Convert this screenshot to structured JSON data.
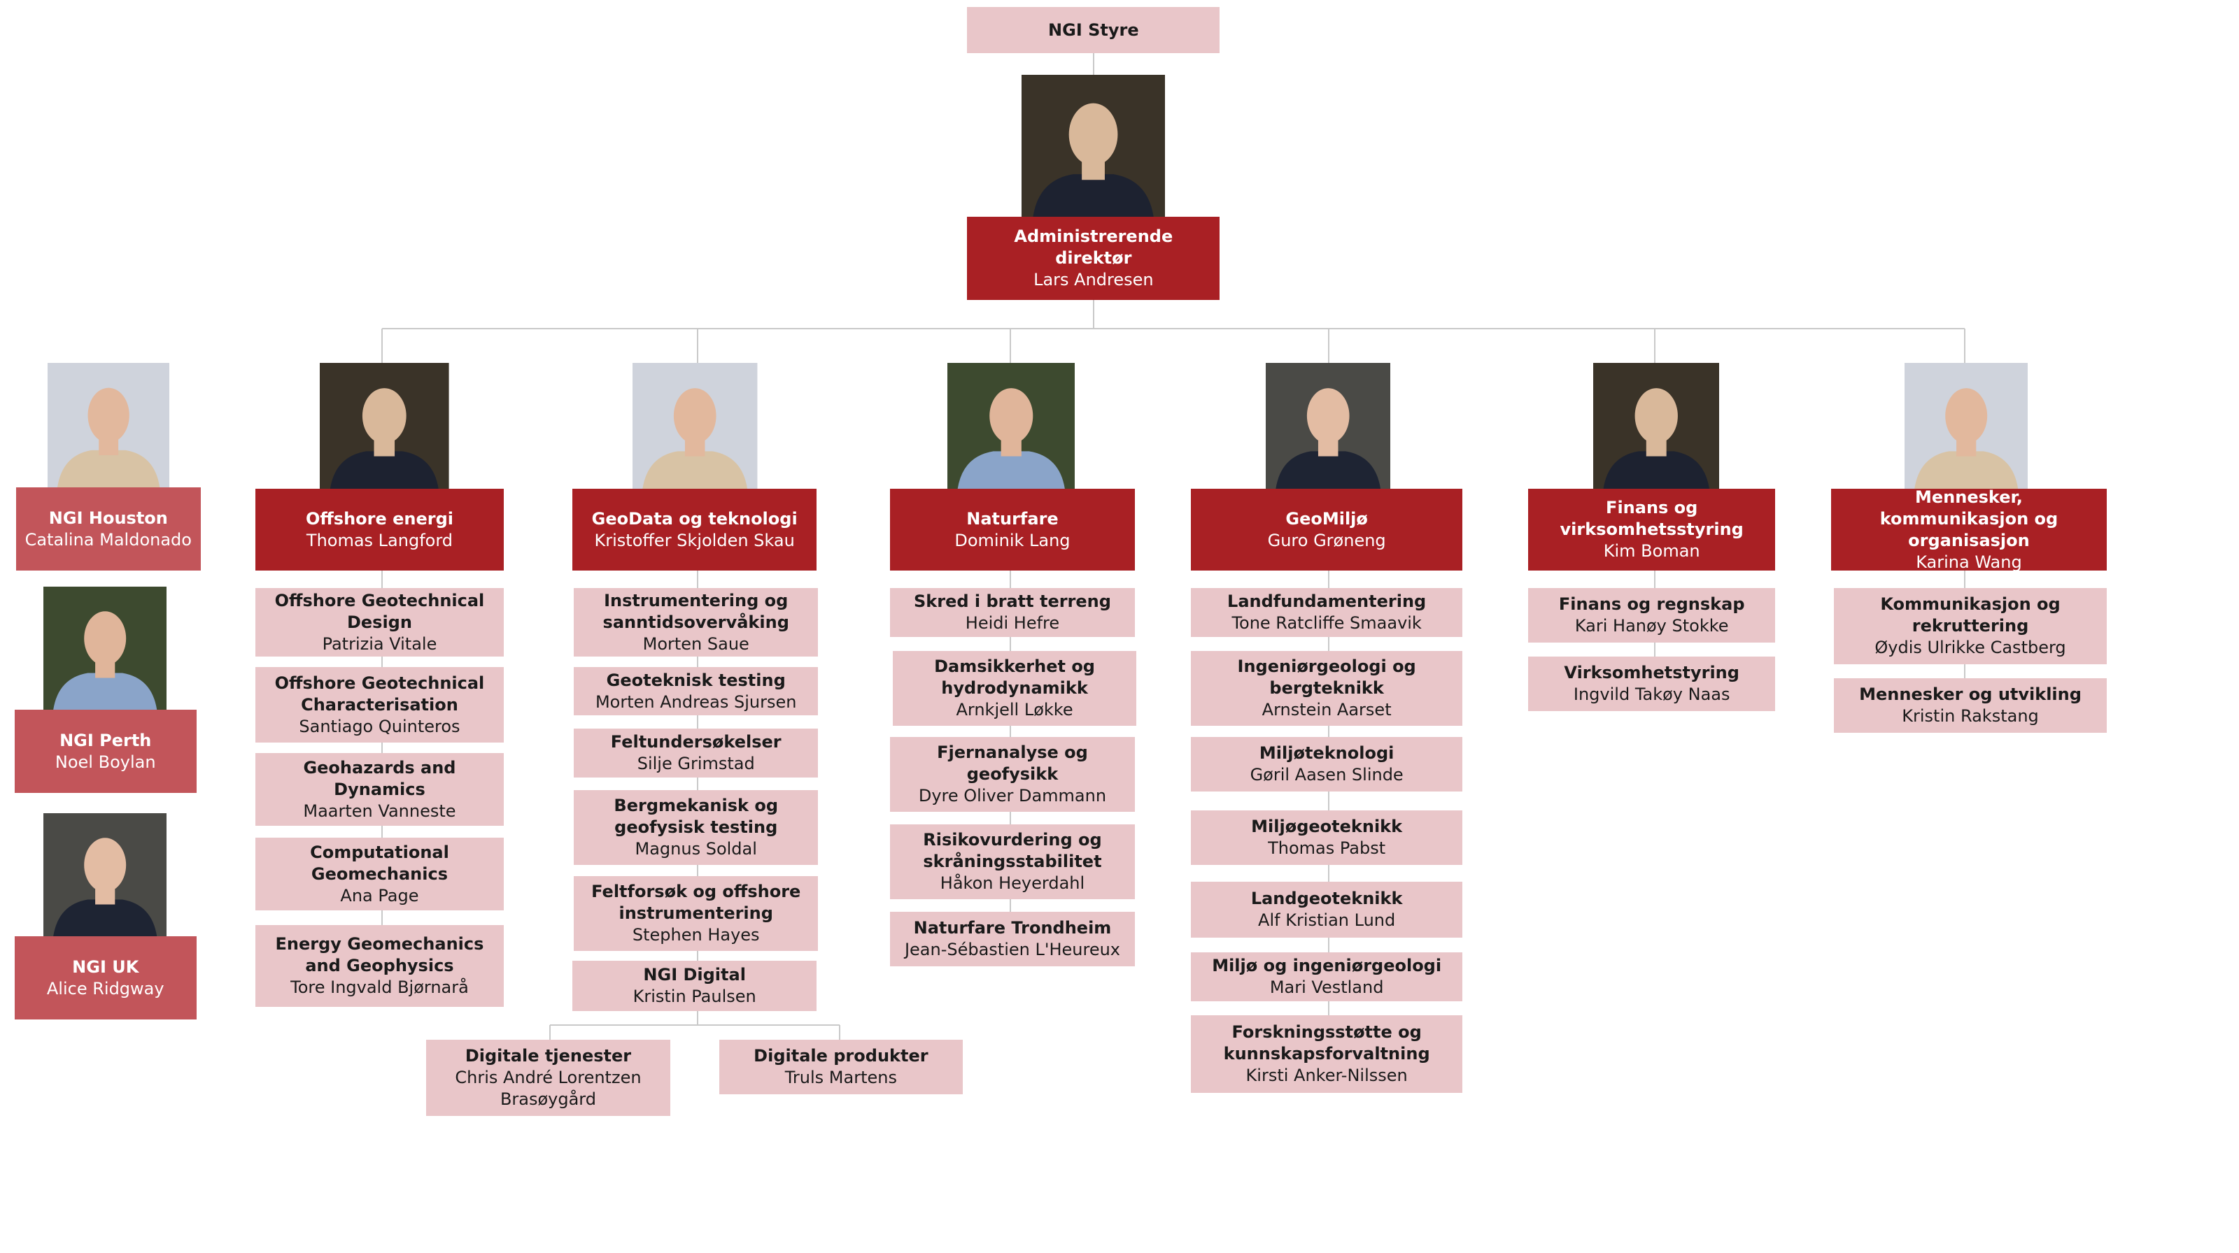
{
  "board": {
    "title": "NGI Styre"
  },
  "ceo": {
    "title": "Administrerende direktør",
    "name": "Lars Andresen"
  },
  "regions": [
    {
      "title": "NGI Houston",
      "name": "Catalina Maldonado"
    },
    {
      "title": "NGI Perth",
      "name": "Noel Boylan"
    },
    {
      "title": "NGI UK",
      "name": "Alice Ridgway"
    }
  ],
  "divisions": [
    {
      "title": "Offshore energi",
      "name": "Thomas Langford",
      "units": [
        {
          "title": "Offshore Geotechnical Design",
          "name": "Patrizia Vitale"
        },
        {
          "title": "Offshore Geotechnical Characterisation",
          "name": "Santiago Quinteros"
        },
        {
          "title": "Geohazards and Dynamics",
          "name": "Maarten Vanneste"
        },
        {
          "title": "Computational Geomechanics",
          "name": "Ana Page"
        },
        {
          "title": "Energy Geomechanics and Geophysics",
          "name": "Tore Ingvald Bjørnarå"
        }
      ]
    },
    {
      "title": "GeoData og teknologi",
      "name": "Kristoffer Skjolden Skau",
      "units": [
        {
          "title": "Instrumentering og sanntidsovervåking",
          "name": "Morten Saue"
        },
        {
          "title": "Geoteknisk testing",
          "name": "Morten Andreas Sjursen"
        },
        {
          "title": "Feltundersøkelser",
          "name": "Silje Grimstad"
        },
        {
          "title": "Bergmekanisk og geofysisk testing",
          "name": "Magnus Soldal"
        },
        {
          "title": "Feltforsøk og offshore instrumentering",
          "name": "Stephen Hayes"
        },
        {
          "title": "NGI Digital",
          "name": "Kristin Paulsen"
        }
      ],
      "digital_subunits": [
        {
          "title": "Digitale tjenester",
          "name": "Chris André Lorentzen Brasøygård"
        },
        {
          "title": "Digitale produkter",
          "name": "Truls Martens"
        }
      ]
    },
    {
      "title": "Naturfare",
      "name": "Dominik Lang",
      "units": [
        {
          "title": "Skred i bratt terreng",
          "name": "Heidi Hefre"
        },
        {
          "title": "Damsikkerhet og hydrodynamikk",
          "name": "Arnkjell Løkke"
        },
        {
          "title": "Fjernanalyse og geofysikk",
          "name": "Dyre Oliver Dammann"
        },
        {
          "title": "Risikovurdering og skråningsstabilitet",
          "name": "Håkon Heyerdahl"
        },
        {
          "title": "Naturfare Trondheim",
          "name": "Jean-Sébastien L'Heureux"
        }
      ]
    },
    {
      "title": "GeoMiljø",
      "name": "Guro Grøneng",
      "units": [
        {
          "title": "Landfundamentering",
          "name": "Tone Ratcliffe Smaavik"
        },
        {
          "title": "Ingeniørgeologi og bergteknikk",
          "name": "Arnstein Aarset"
        },
        {
          "title": "Miljøteknologi",
          "name": "Gøril Aasen Slinde"
        },
        {
          "title": "Miljøgeoteknikk",
          "name": "Thomas Pabst"
        },
        {
          "title": "Landgeoteknikk",
          "name": "Alf Kristian Lund"
        },
        {
          "title": "Miljø og ingeniørgeologi",
          "name": "Mari Vestland"
        },
        {
          "title": "Forskningsstøtte og kunnskapsforvaltning",
          "name": "Kirsti Anker-Nilssen"
        }
      ]
    },
    {
      "title": "Finans og virksomhetsstyring",
      "name": "Kim Boman",
      "units": [
        {
          "title": "Finans og regnskap",
          "name": "Kari Hanøy Stokke"
        },
        {
          "title": "Virksomhetstyring",
          "name": "Ingvild Takøy Naas"
        }
      ]
    },
    {
      "title": "Mennesker, kommunikasjon og organisasjon",
      "name": "Karina Wang",
      "units": [
        {
          "title": "Kommunikasjon og rekruttering",
          "name": "Øydis Ulrikke Castberg"
        },
        {
          "title": "Mennesker og utvikling",
          "name": "Kristin Rakstang"
        }
      ]
    }
  ],
  "colors": {
    "division": "#A92024",
    "unit": "#E9C6C9",
    "region": "#C2555A",
    "line": "#C9C9C9"
  }
}
